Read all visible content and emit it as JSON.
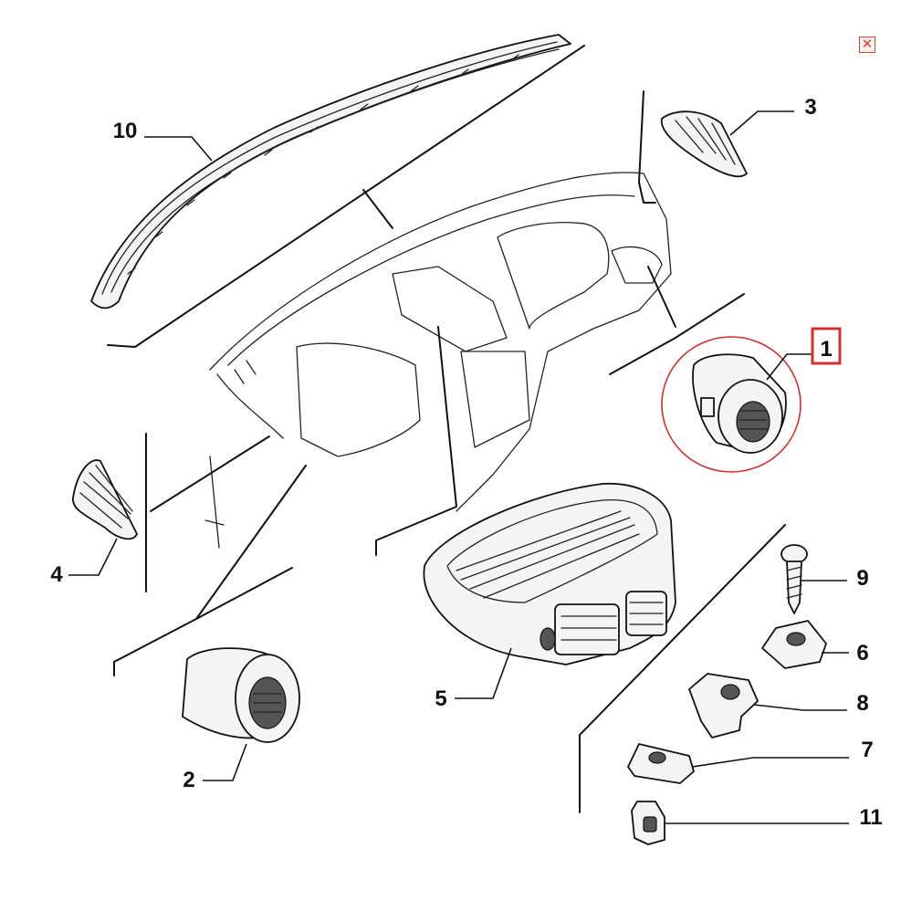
{
  "close_icon": "close-icon",
  "accent_color": "#d32f2f",
  "labels": {
    "p1": "1",
    "p2": "2",
    "p3": "3",
    "p4": "4",
    "p5": "5",
    "p6": "6",
    "p7": "7",
    "p8": "8",
    "p9": "9",
    "p10": "10",
    "p11": "11"
  },
  "highlighted_part": "1"
}
